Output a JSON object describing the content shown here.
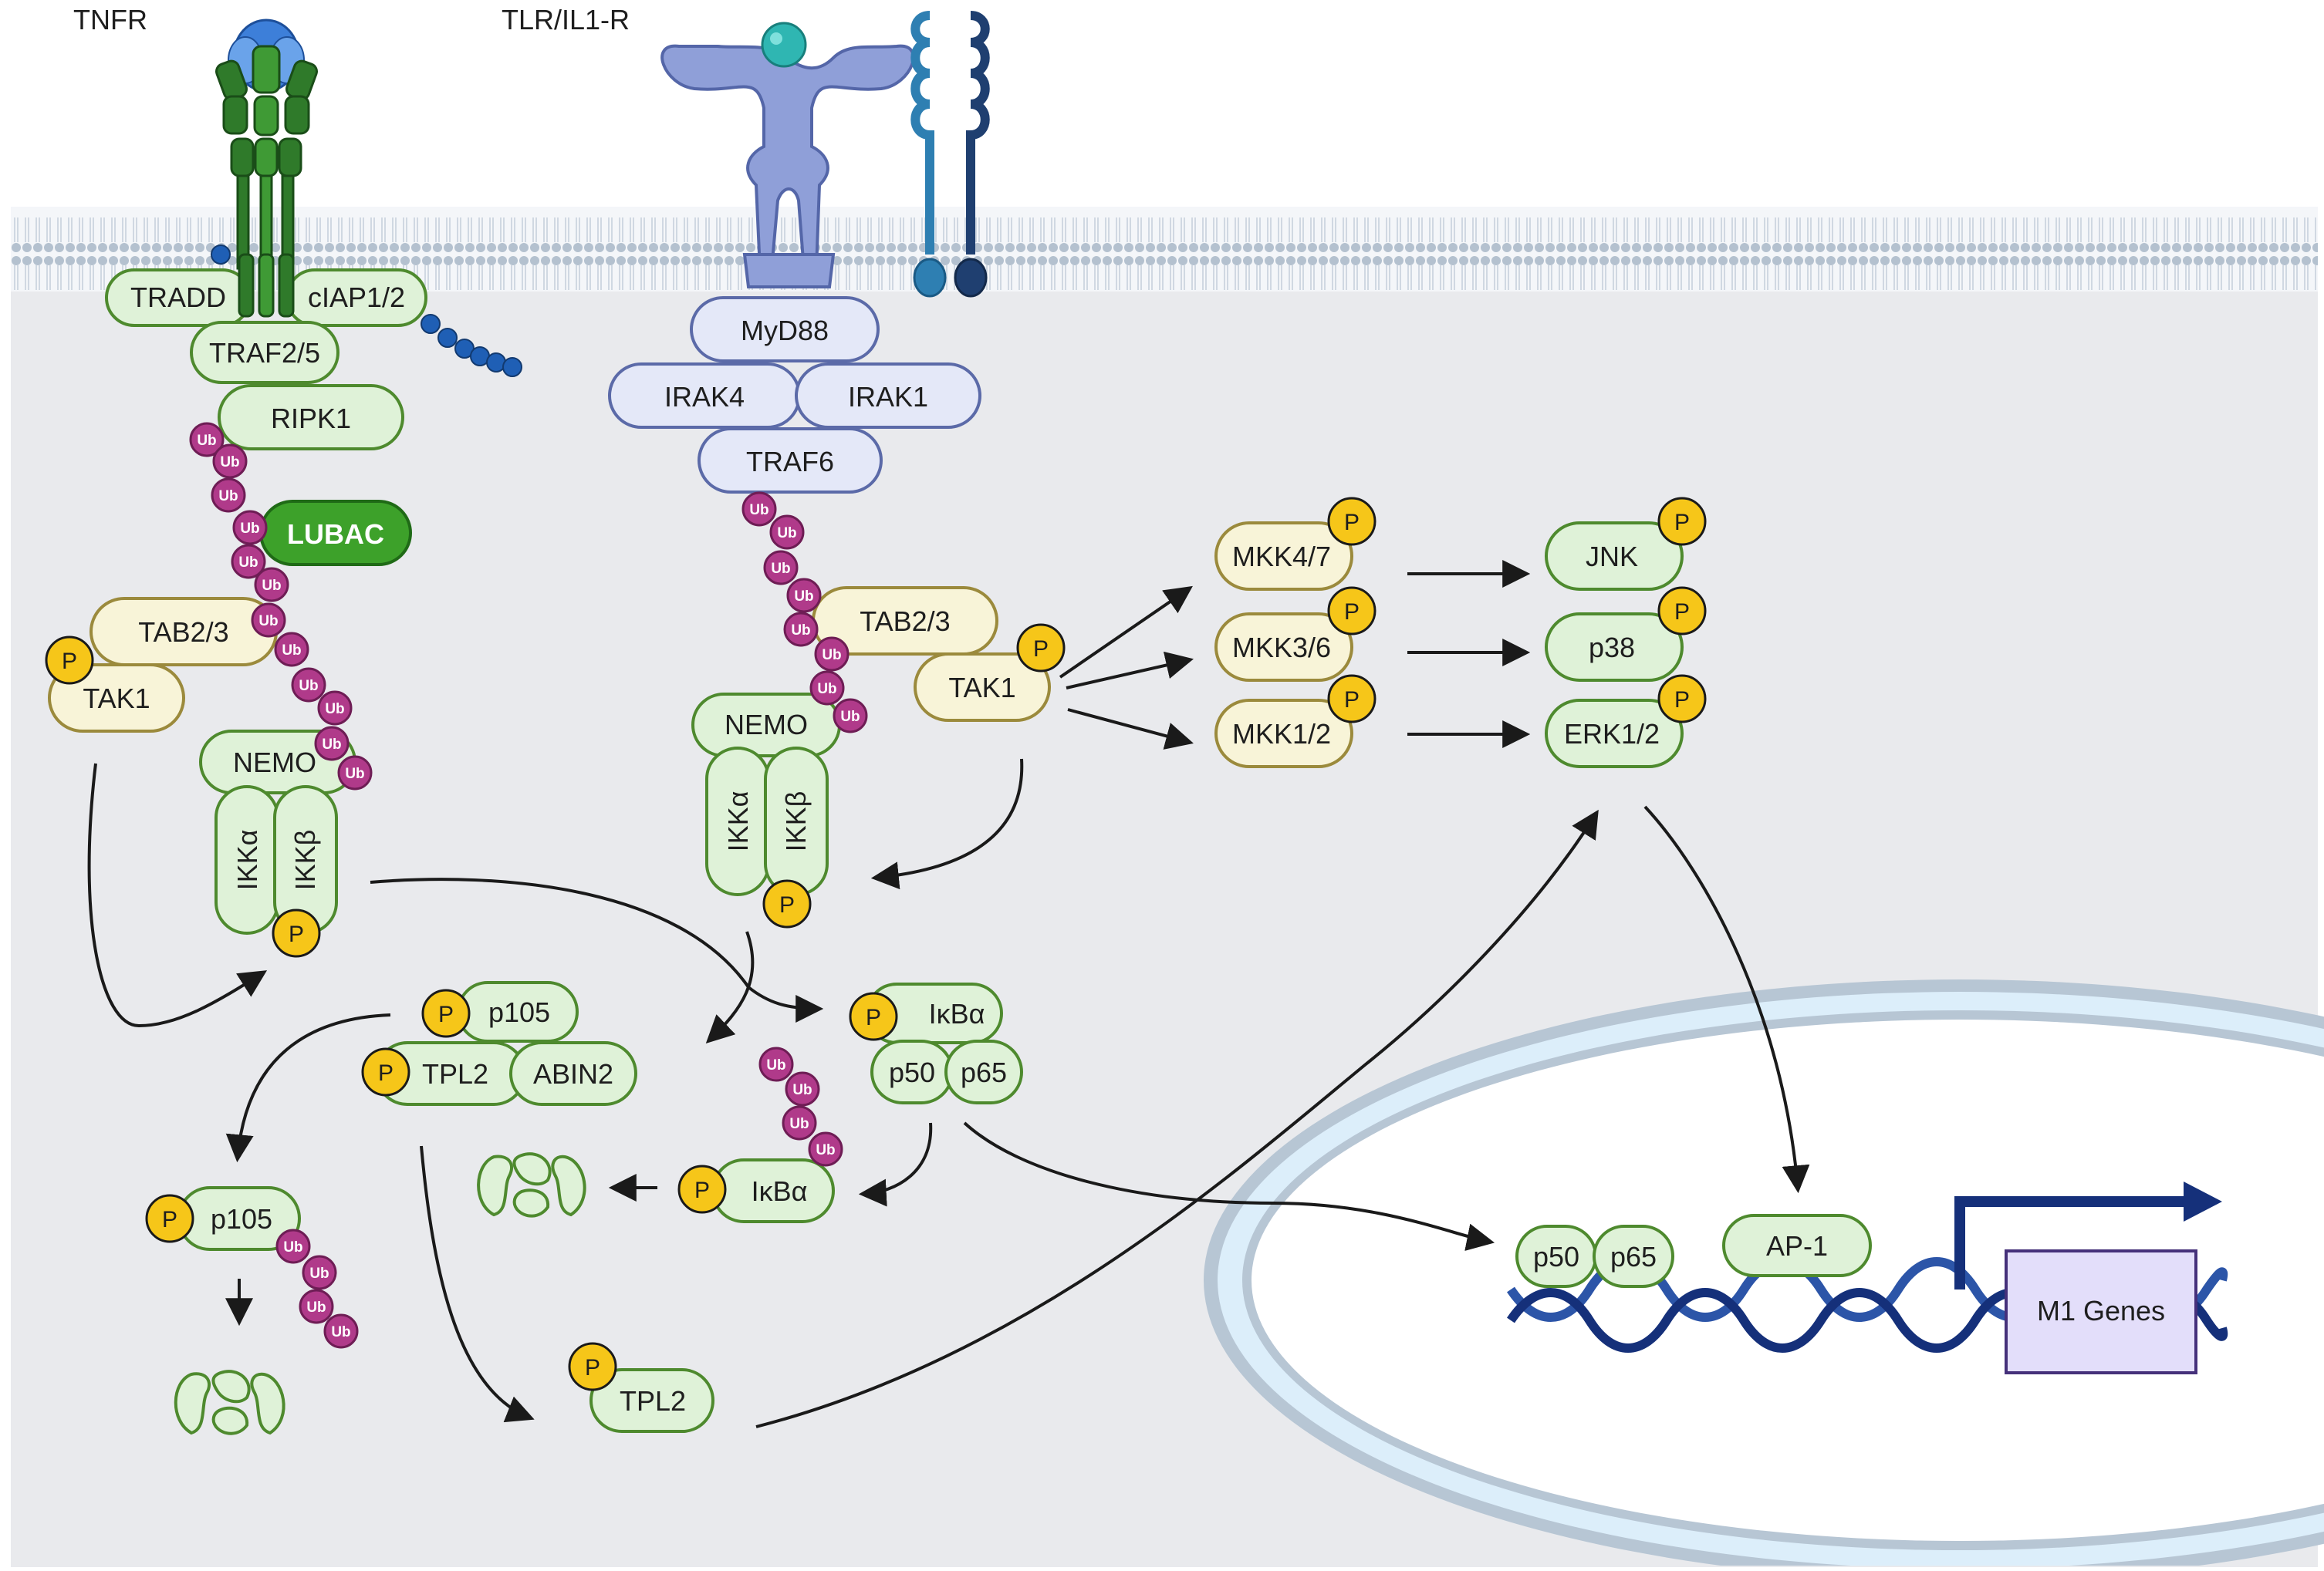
{
  "receptors": {
    "tnfr": "TNFR",
    "tlr": "TLR/IL1-R"
  },
  "tnfr_complex": {
    "tradd": "TRADD",
    "ciap": "cIAP1/2",
    "traf25": "TRAF2/5",
    "ripk1": "RIPK1",
    "lubac": "LUBAC",
    "tab23": "TAB2/3",
    "tak1": "TAK1",
    "nemo": "NEMO",
    "ikka": "IKKα",
    "ikkb": "IKKβ"
  },
  "tlr_complex": {
    "myd88": "MyD88",
    "irak4": "IRAK4",
    "irak1": "IRAK1",
    "traf6": "TRAF6",
    "tab23": "TAB2/3",
    "tak1": "TAK1",
    "nemo": "NEMO",
    "ikka": "IKKα",
    "ikkb": "IKKβ"
  },
  "mapk": {
    "mkk47": "MKK4/7",
    "mkk36": "MKK3/6",
    "mkk12": "MKK1/2",
    "jnk": "JNK",
    "p38": "p38",
    "erk12": "ERK1/2"
  },
  "cytoplasm": {
    "p105": "p105",
    "tpl2": "TPL2",
    "abin2": "ABIN2",
    "ikba": "IκBα",
    "p50": "p50",
    "p65": "p65",
    "ikba_ub": "IκBα",
    "p105_ub": "p105",
    "tpl2_free": "TPL2"
  },
  "nucleus": {
    "p50": "p50",
    "p65": "p65",
    "ap1": "AP-1",
    "genes": "M1  Genes"
  },
  "markers": {
    "phospho": "P",
    "ubiquitin": "Ub"
  },
  "colors": {
    "cytoplasm": "#e9eaed",
    "membrane": "#a9b8c8",
    "green_fill": "#dff2d8",
    "green_stroke": "#4e8a2e",
    "yellow_fill": "#f8f4d8",
    "yellow_stroke": "#9b8a3c",
    "blue_fill": "#e4e8f8",
    "blue_stroke": "#5b6aa8",
    "lubac": "#3da12a",
    "phospho": "#f6c619",
    "ubiquitin": "#b03a8a",
    "dna_dark": "#15307a",
    "dna_mid": "#2c55a8",
    "nucleus_ring": "#b7c6d4",
    "nucleus_inner": "#dceefa",
    "genes_fill": "#e3defa",
    "genes_stroke": "#45307a"
  }
}
